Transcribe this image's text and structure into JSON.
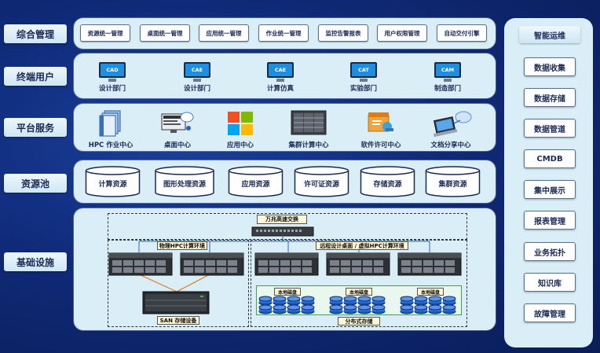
{
  "rows": {
    "mgmt": "综合管理",
    "terminal": "终端用户",
    "platform": "平台服务",
    "pool": "资源池",
    "infra": "基础设施"
  },
  "mgmt_buttons": [
    "资源统一管理",
    "桌面统一管理",
    "应用统一管理",
    "作业统一管理",
    "监控告警报表",
    "用户权限管理",
    "自动交付引擎"
  ],
  "terminals": [
    {
      "screen": "CAD",
      "label": "设计部门"
    },
    {
      "screen": "CAE",
      "label": "设计部门"
    },
    {
      "screen": "CAE",
      "label": "计算仿真"
    },
    {
      "screen": "CAT",
      "label": "实验部门"
    },
    {
      "screen": "CAM",
      "label": "制造部门"
    }
  ],
  "services": [
    "HPC 作业中心",
    "桌面中心",
    "应用中心",
    "集群计算中心",
    "软件许可中心",
    "文档分享中心"
  ],
  "pools": [
    "计算资源",
    "图形处理资源",
    "应用资源",
    "许可证资源",
    "存储资源",
    "集群资源"
  ],
  "infra": {
    "switch": "万兆高速交换",
    "physical_hpc": "物理HPC计算环境",
    "remote_hpc": "远程设计桌面 / 虚拟HPC计算环境",
    "local_disk": "本地磁盘",
    "san": "SAN 存储设备",
    "distributed": "分布式存储"
  },
  "ops": {
    "title": "智能运维",
    "items": [
      "数据收集",
      "数据存储",
      "数据管道",
      "CMDB",
      "集中展示",
      "报表管理",
      "业务拓扑",
      "知识库",
      "故障管理"
    ]
  },
  "colors": {
    "panel": "#d9eef7",
    "background": "#0f2a78",
    "text": "#1a2a55",
    "screen": "#1e8fe0"
  }
}
